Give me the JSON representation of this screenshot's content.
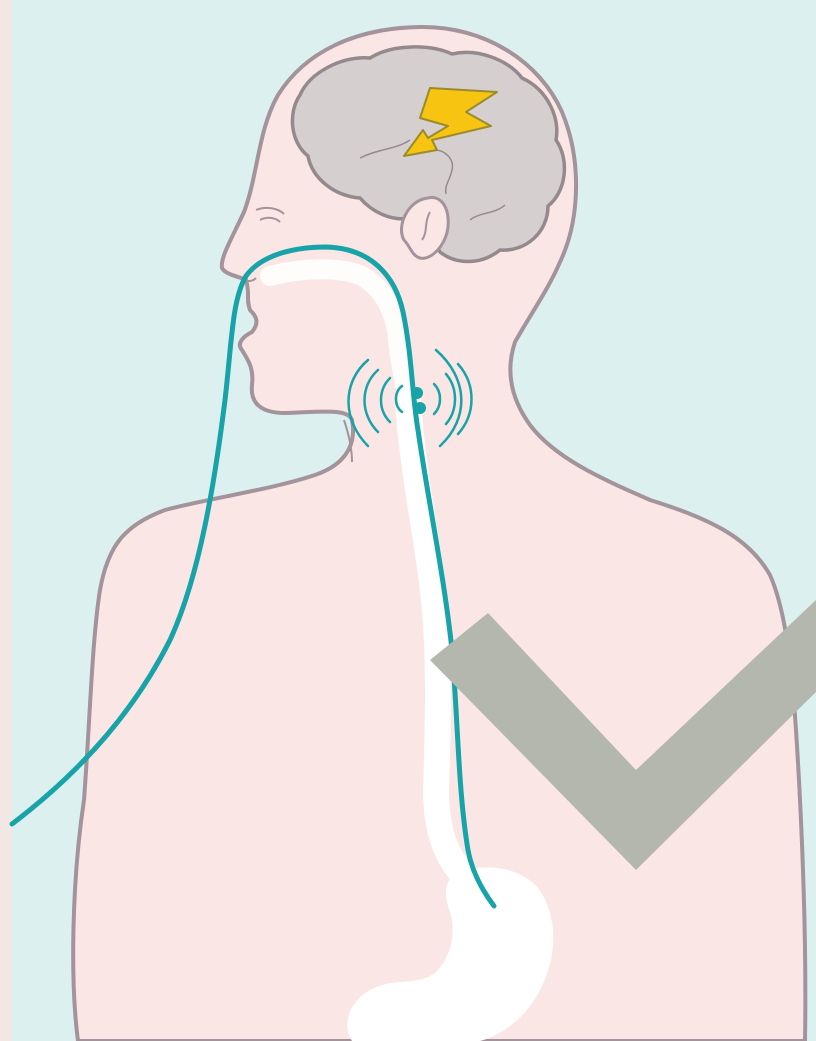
{
  "illustration": {
    "subject": "medical-diagram",
    "elements": [
      "person-silhouette",
      "brain",
      "lightning-bolt-icon",
      "feeding-tube",
      "esophagus",
      "stomach",
      "neck-signal-waves-icon",
      "checkmark-icon"
    ]
  },
  "colors": {
    "background": "#dcf0ef",
    "left_margin": "#f3e7e6",
    "skin": "#fbe6e6",
    "outline": "#a3939a",
    "brain": "#d6cfcf",
    "brain_outline": "#948a8d",
    "tube": "#17a3a8",
    "digestive_tract": "#ffffff",
    "lightning": "#f7c412",
    "lightning_outline": "#9b8c2a",
    "checkmark": "#b3b7ae"
  }
}
